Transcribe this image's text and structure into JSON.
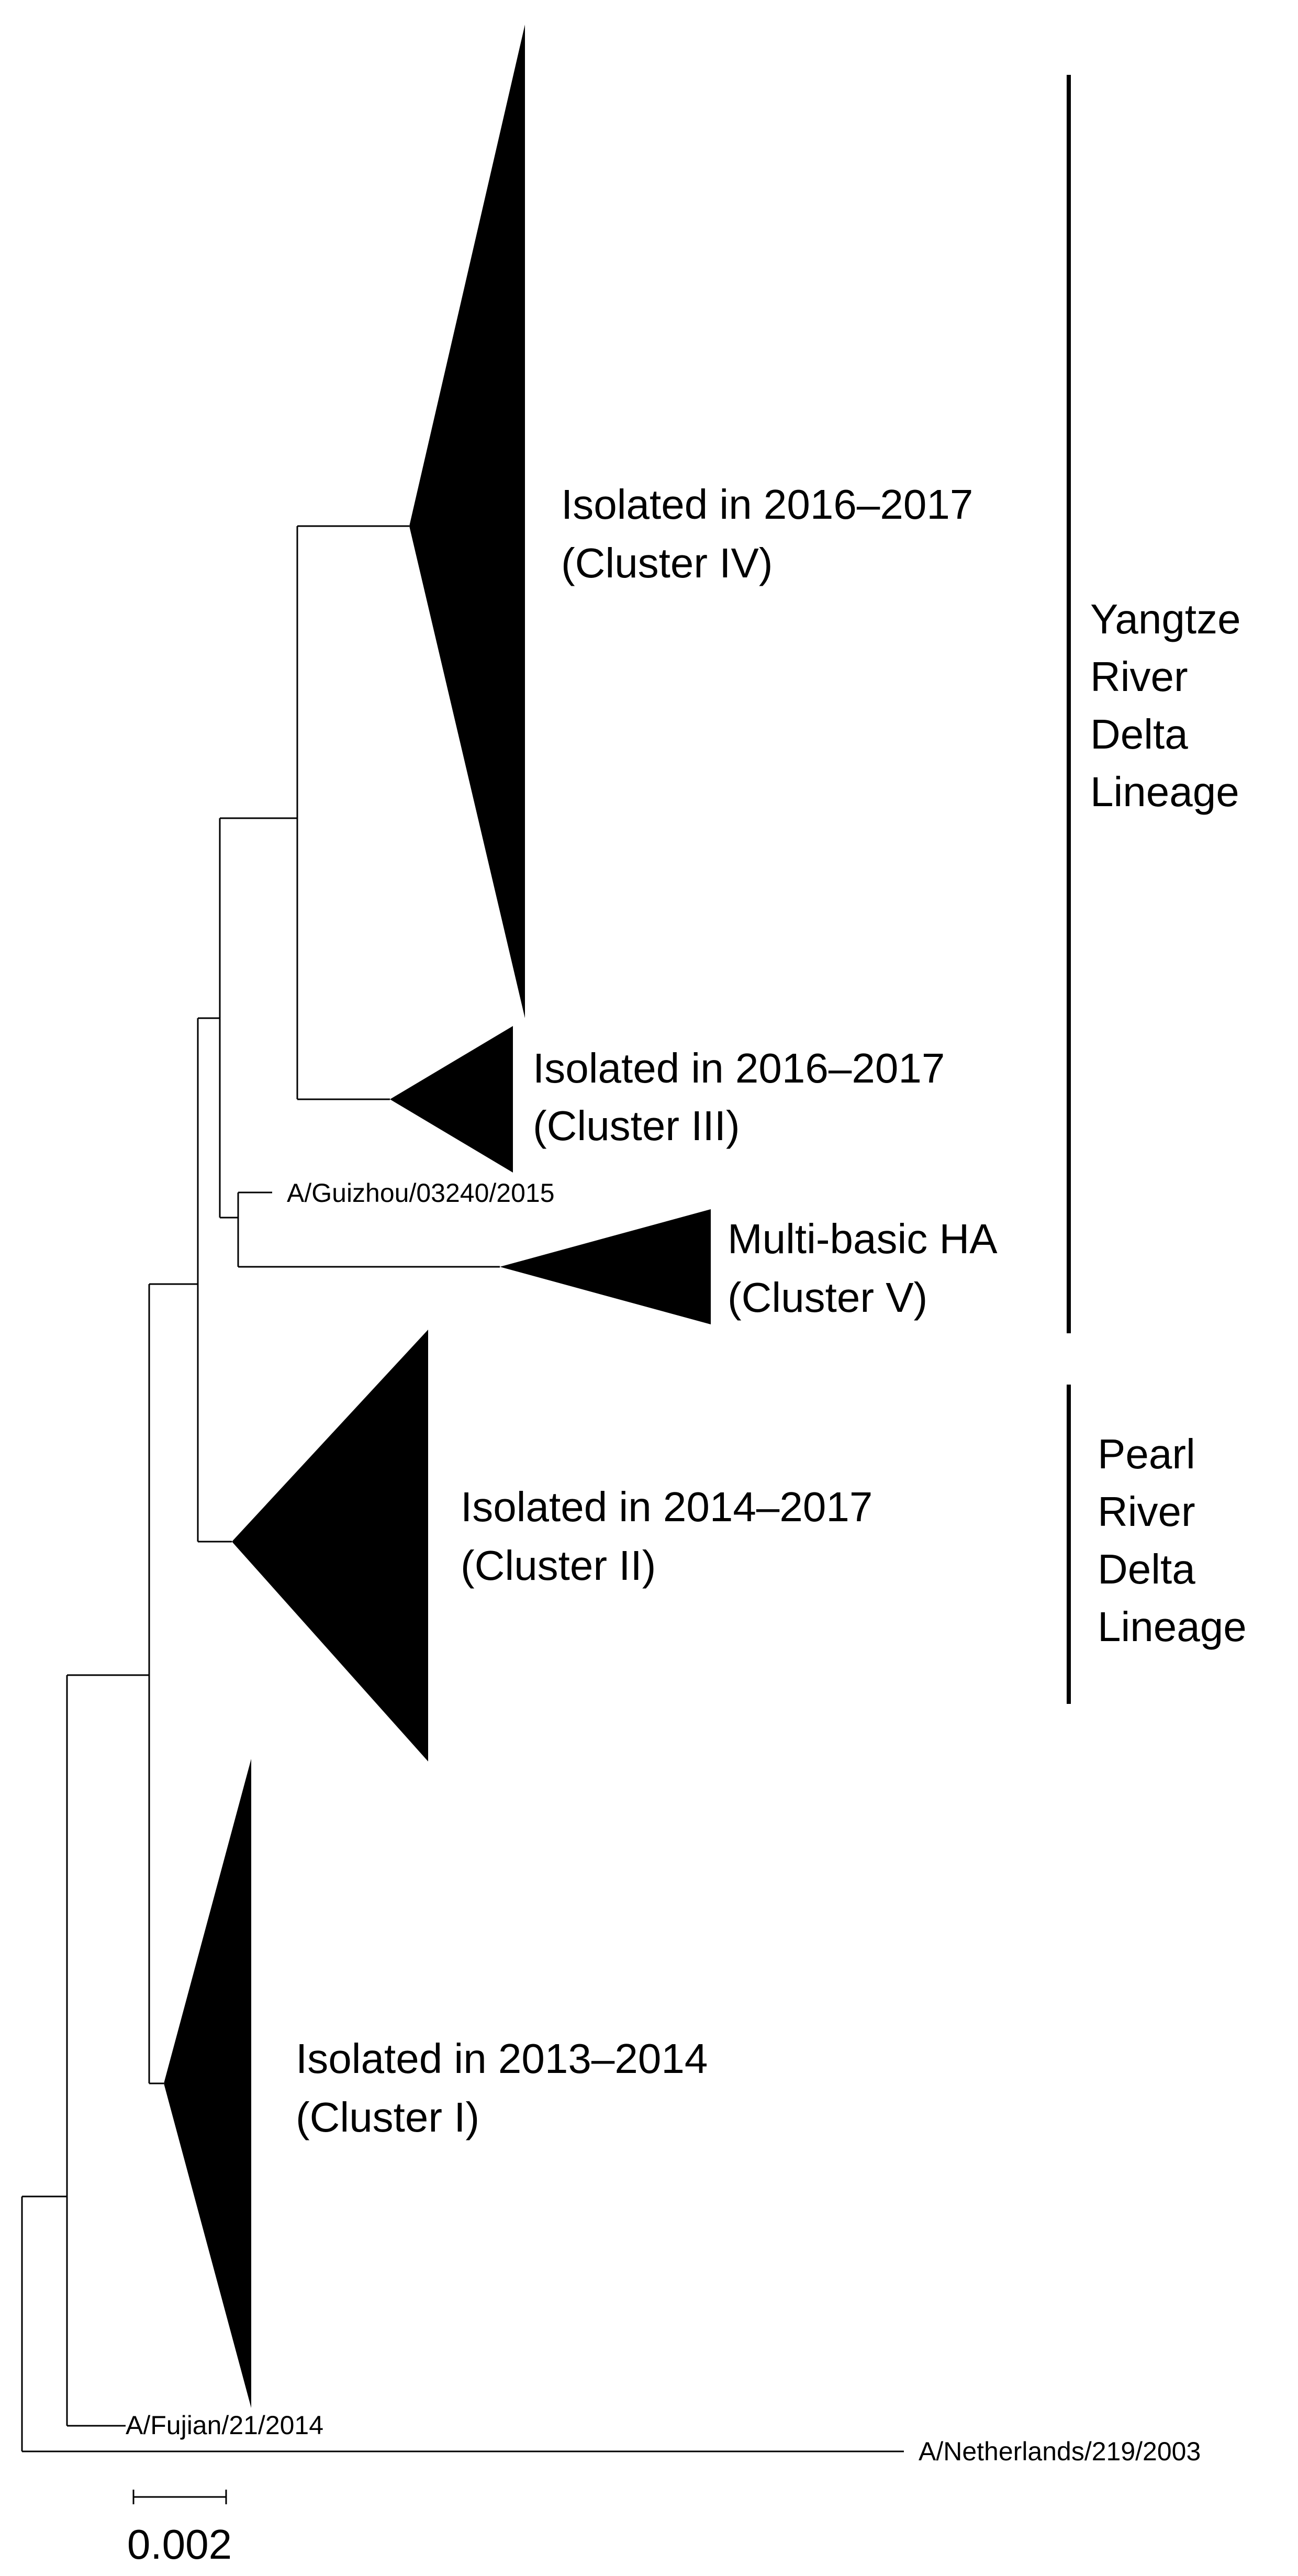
{
  "clusters": [
    {
      "id": "c4",
      "line1": "Isolated in 2016–2017",
      "line2": "(Cluster IV)"
    },
    {
      "id": "c3",
      "line1": "Isolated in 2016–2017",
      "line2": "(Cluster III)"
    },
    {
      "id": "c5",
      "line1": "Multi-basic HA",
      "line2": "(Cluster V)"
    },
    {
      "id": "c2",
      "line1": "Isolated in 2014–2017",
      "line2": "(Cluster II)"
    },
    {
      "id": "c1",
      "line1": "Isolated in 2013–2014",
      "line2": "(Cluster I)"
    }
  ],
  "leaves": {
    "guizhou": "A/Guizhou/03240/2015",
    "fujian": "A/Fujian/21/2014",
    "netherlands": "A/Netherlands/219/2003"
  },
  "lineages": {
    "yangtze": [
      "Yangtze",
      "River",
      "Delta",
      "Lineage"
    ],
    "pearl": [
      "Pearl",
      "River",
      "Delta",
      "Lineage"
    ]
  },
  "scale_bar": {
    "label": "0.002"
  }
}
